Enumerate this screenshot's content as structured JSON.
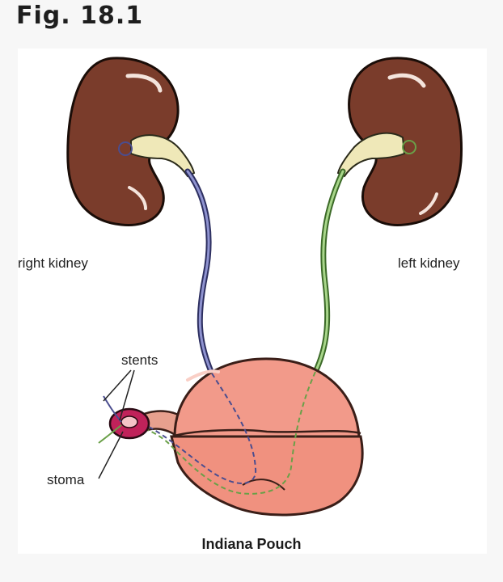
{
  "figure": {
    "title": "Fig. 18.1",
    "caption": "Indiana Pouch"
  },
  "labels": {
    "right_kidney": "right kidney",
    "left_kidney": "left kidney",
    "stents": "stents",
    "stoma": "stoma"
  },
  "colors": {
    "kidney": "#7a3c2b",
    "pelvis": "#efe8b8",
    "right_ureter": "#4a4d8f",
    "left_ureter": "#6aa048",
    "pouch": "#f29a8a",
    "stoma": "#c0225a"
  }
}
